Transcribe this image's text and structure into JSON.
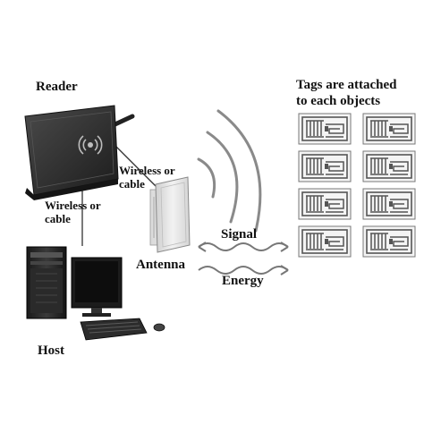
{
  "labels": {
    "reader": "Reader",
    "host": "Host",
    "antenna": "Antenna",
    "signal": "Signal",
    "energy": "Energy",
    "tags_line1": "Tags are attached",
    "tags_line2": "to each objects",
    "reader_antenna_link_line1": "Wireless  or",
    "reader_antenna_link_line2": "cable",
    "reader_host_link_line1": "Wireless  or",
    "reader_host_link_line2": "cable"
  },
  "tags": {
    "rows": 4,
    "columns": 2
  },
  "colors": {
    "text": "#111111",
    "reader_body": "#2b2b2b",
    "tag_pattern": "#555555",
    "wave": "#8a8a8a",
    "antenna_panel": "#e6e6e6"
  }
}
